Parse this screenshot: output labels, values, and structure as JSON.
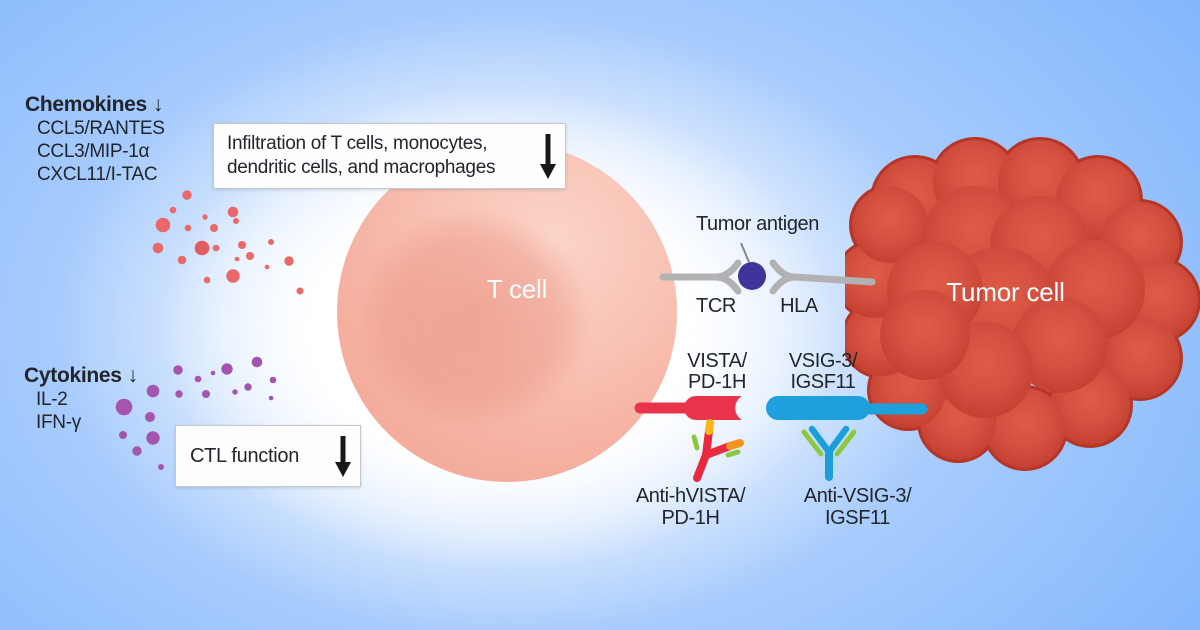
{
  "figure": {
    "chemokines": {
      "title": "Chemokines",
      "arrow": "↓",
      "items": [
        "CCL5/RANTES",
        "CCL3/MIP-1α",
        "CXCL11/I-TAC"
      ]
    },
    "cytokines": {
      "title": "Cytokines",
      "arrow": "↓",
      "items": [
        "IL-2",
        "IFN-γ"
      ]
    },
    "infiltration_box": {
      "line1": "Infiltration of T cells, monocytes,",
      "line2": "dendritic cells, and macrophages"
    },
    "ctl_box": {
      "label": "CTL function"
    },
    "t_cell_label": "T cell",
    "tumor_cell_label": "Tumor cell",
    "synapse": {
      "tumor_antigen_label": "Tumor antigen",
      "tcr_label": "TCR",
      "hla_label": "HLA"
    },
    "receptors": {
      "vista_line1": "VISTA/",
      "vista_line2": "PD-1H",
      "vsig3_line1": "VSIG-3/",
      "vsig3_line2": "IGSF11"
    },
    "antibodies": {
      "anti_vista_line1": "Anti-hVISTA/",
      "anti_vista_line2": "PD-1H",
      "anti_vsig3_line1": "Anti-VSIG-3/",
      "anti_vsig3_line2": "IGSF11"
    }
  },
  "colors": {
    "background_blue": "#72aefc",
    "glow_white": "#ffffff",
    "t_cell_pink": "#f5b0a0",
    "tumor_red": "#cf4534",
    "chemokine_dot_red": "#e9696a",
    "cytokine_dot_purple": "#a455ad",
    "vista_receptor_red": "#e9334b",
    "vsig3_receptor_blue": "#1da0dc",
    "tumor_antigen_indigo": "#3e3499",
    "antibody_green": "#8dc63f",
    "antibody_yellow": "#f9b616",
    "antibody_orange": "#f6921e",
    "tcr_hla_gray": "#b2b2b5",
    "text_dark": "#22252b"
  }
}
